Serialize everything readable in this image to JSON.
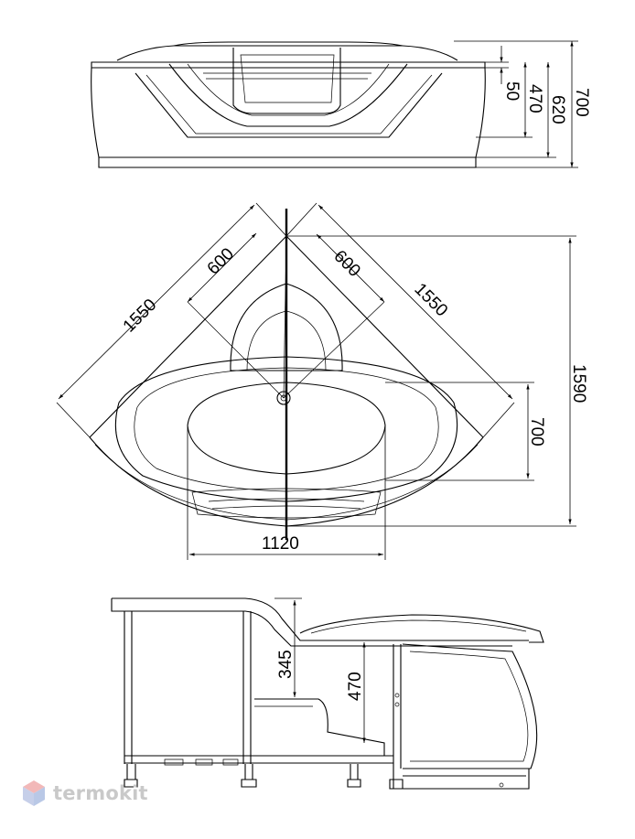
{
  "front_view": {
    "dimensions": [
      "50",
      "470",
      "620",
      "700"
    ]
  },
  "top_view": {
    "dimensions": [
      "600",
      "600",
      "1550",
      "1550",
      "1590",
      "700",
      "1120"
    ]
  },
  "side_view": {
    "dimensions": [
      "345",
      "470"
    ]
  },
  "watermark": {
    "text": "termokit",
    "icon": "hexagon-logo-icon",
    "color_top": "#f2b8b8",
    "color_bottom": "#b9c8e6",
    "text_color": "#c9c9c9"
  }
}
